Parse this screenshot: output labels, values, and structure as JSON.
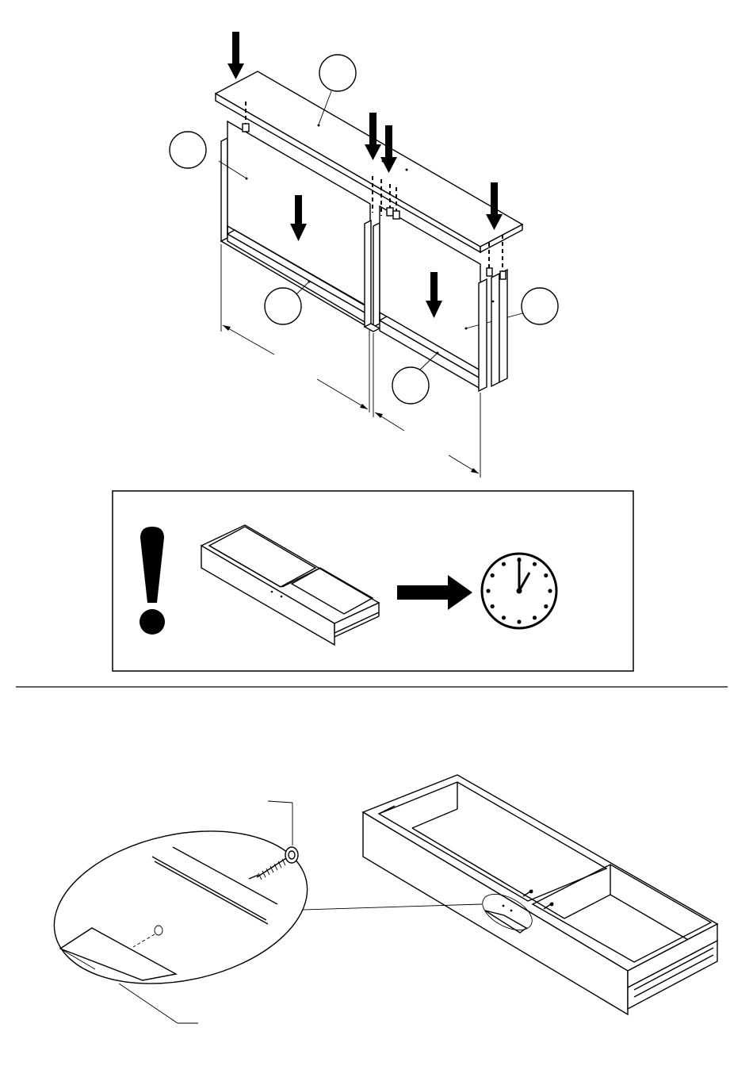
{
  "diagram": {
    "step_1": {
      "parts": [
        "top-panel",
        "left-door",
        "left-door-frame-bottom",
        "right-door",
        "right-door-frame-bottom"
      ],
      "callouts": [
        "",
        "",
        "",
        "",
        ""
      ]
    },
    "notice": {
      "icons": [
        "exclamation-icon",
        "drawer-icon",
        "arrow-right-icon",
        "clock-icon"
      ]
    },
    "step_2": {
      "parts": [
        "drawer",
        "screw",
        "detail-ellipse"
      ],
      "callouts": [
        "",
        ""
      ]
    }
  },
  "colors": {
    "ink": "#000000",
    "paper": "#ffffff"
  }
}
